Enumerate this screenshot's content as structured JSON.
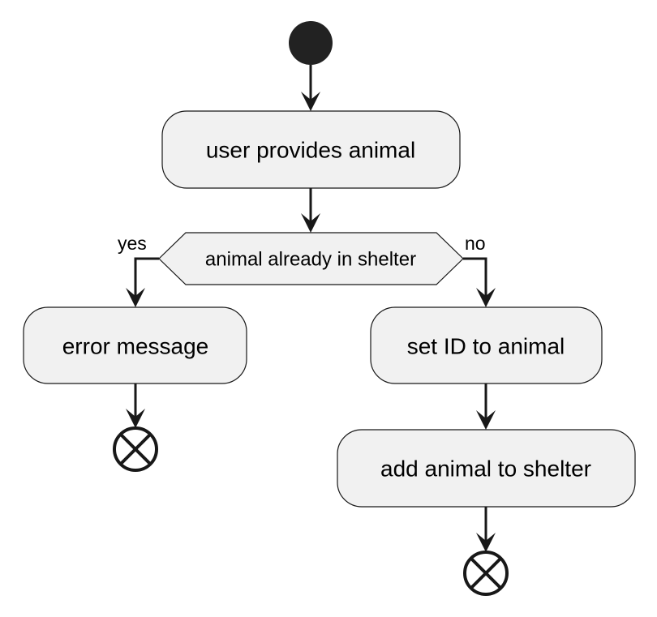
{
  "diagram": {
    "type": "activity-diagram",
    "start": {
      "icon": "start-node-icon"
    },
    "nodes": {
      "user_provides": {
        "label": "user provides animal"
      },
      "decision": {
        "label": "animal already in shelter",
        "yes_label": "yes",
        "no_label": "no"
      },
      "error_message": {
        "label": "error message"
      },
      "set_id": {
        "label": "set ID to animal"
      },
      "add_animal": {
        "label": "add animal to shelter"
      }
    },
    "ends": [
      {
        "icon": "end-node-icon"
      },
      {
        "icon": "end-node-icon"
      }
    ],
    "colors": {
      "node_fill": "#f1f1f1",
      "stroke": "#181818",
      "start_fill": "#222222"
    }
  }
}
